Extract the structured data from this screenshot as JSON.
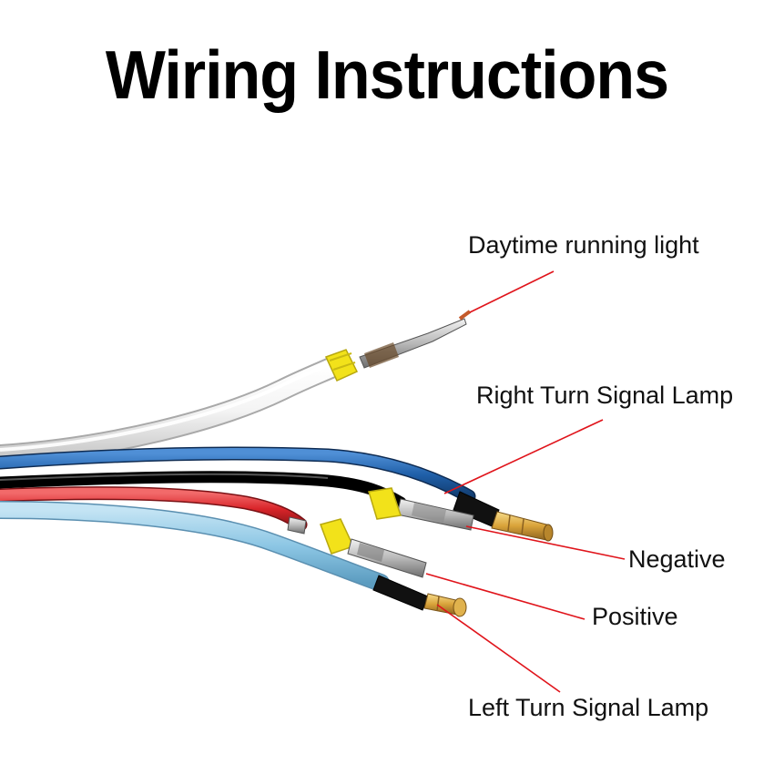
{
  "title": "Wiring Instructions",
  "labels": {
    "daytime": "Daytime running light",
    "right_turn": "Right Turn Signal Lamp",
    "negative": "Negative",
    "positive": "Positive",
    "left_turn": "Left Turn Signal Lamp"
  },
  "colors": {
    "white_wire": "#f2f2f2",
    "blue_wire": "#1f5fa8",
    "black_wire": "#151515",
    "red_wire": "#d9252a",
    "light_blue_wire": "#8cc6e4",
    "seal": "#f2e21a",
    "leader": "#e0141b",
    "brass": "#d9a33a"
  },
  "icons": [
    "wire-bundle-photo",
    "bullet-connector-icon",
    "rubber-seal-icon"
  ]
}
